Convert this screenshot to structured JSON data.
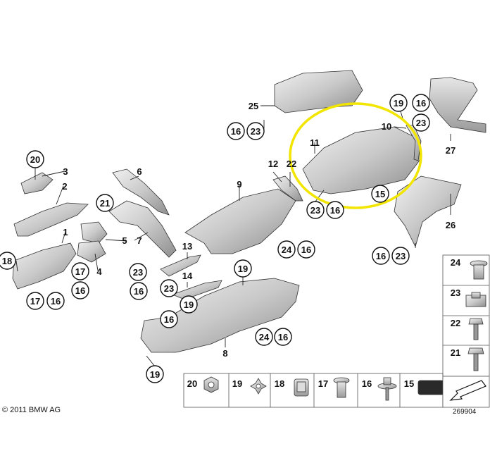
{
  "footer": {
    "copyright": "© 2011 BMW AG",
    "drawing_number": "269904"
  },
  "highlight_color": "#f2e500",
  "plain_labels": {
    "l3": "3",
    "l2": "2",
    "l1": "1",
    "l6": "6",
    "l5": "5",
    "l4": "4",
    "l7": "7",
    "l9": "9",
    "l12": "12",
    "l22": "22",
    "l11": "11",
    "l10": "10",
    "l25": "25",
    "l13": "13",
    "l14": "14",
    "l8": "8",
    "l27": "27",
    "l26": "26"
  },
  "circle_labels": {
    "c20a": "20",
    "c18a": "18",
    "c17a": "17",
    "c16a": "16",
    "c17b": "17",
    "c16b": "16",
    "c21a": "21",
    "c23a": "23",
    "c16c": "16",
    "c23b": "23",
    "c16d": "16",
    "c19a": "19",
    "c19b": "19",
    "c24a": "24",
    "c16e": "16",
    "c19c": "19",
    "c24b": "24",
    "c16f": "16",
    "c16g": "16",
    "c23c": "23",
    "c23d": "23",
    "c16h": "16",
    "c15a": "15",
    "c19d": "19",
    "c16i": "16",
    "c23e": "23",
    "c16j": "16",
    "c23f": "23"
  },
  "legend_right": [
    "24",
    "23",
    "22",
    "21"
  ],
  "legend_bottom": [
    "20",
    "19",
    "18",
    "17",
    "16",
    "15"
  ]
}
